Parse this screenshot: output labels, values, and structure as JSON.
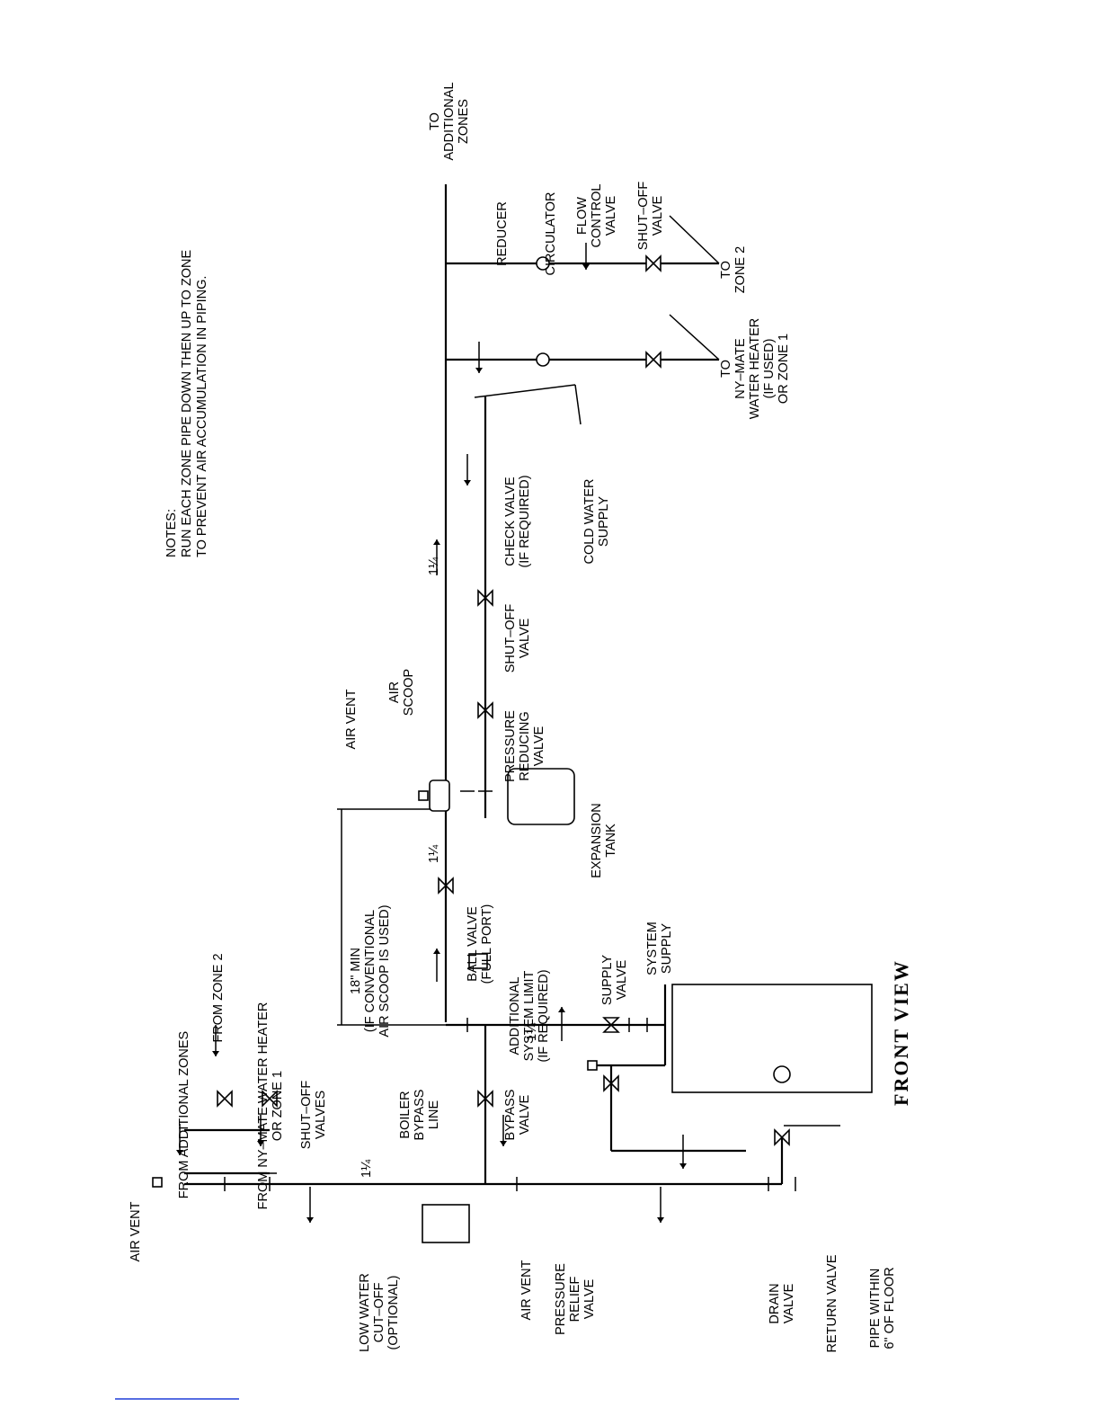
{
  "title": "FRONT VIEW",
  "notes": {
    "heading": "NOTES:",
    "line1": "RUN EACH ZONE PIPE DOWN THEN UP TO ZONE",
    "line2": "TO PREVENT AIR ACCUMULATION IN PIPING."
  },
  "labels": {
    "to_additional_zones": [
      "TO",
      "ADDITIONAL",
      "ZONES"
    ],
    "reducer": [
      "REDUCER"
    ],
    "circulator": [
      "CIRCULATOR"
    ],
    "flow_control_valve": [
      "FLOW",
      "CONTROL",
      "VALVE"
    ],
    "shutoff_valve_zone2": [
      "SHUT–OFF",
      "VALVE"
    ],
    "to_zone2": [
      "TO",
      "ZONE 2"
    ],
    "to_zone1": [
      "TO",
      "NY–MATE",
      "WATER HEATER",
      "(IF USED)",
      "OR ZONE 1"
    ],
    "check_valve": [
      "CHECK VALVE",
      "(IF REQUIRED)"
    ],
    "cold_water_supply": [
      "COLD WATER",
      "SUPPLY"
    ],
    "shutoff_valve_cold": [
      "SHUT–OFF",
      "VALVE"
    ],
    "pressure_reducing_valve": [
      "PRESSURE",
      "REDUCING",
      "VALVE"
    ],
    "air_vent_top": [
      "AIR VENT"
    ],
    "air_scoop": [
      "AIR",
      "SCOOP"
    ],
    "expansion_tank": [
      "EXPANSION",
      "TANK"
    ],
    "from_additional_zones": [
      "FROM ADDITIONAL ZONES"
    ],
    "from_zone2": [
      "FROM ZONE 2"
    ],
    "from_nymate": [
      "FROM NY–MATE WATER HEATER",
      "OR ZONE 1"
    ],
    "shutoff_valves_return": [
      "SHUT–OFF",
      "VALVES"
    ],
    "min_18": [
      "18\" MIN",
      "(IF CONVENTIONAL",
      "AIR SCOOP IS USED)"
    ],
    "ball_valve": [
      "BALL VALVE",
      "(FULL PORT)"
    ],
    "additional_limit": [
      "ADDITIONAL",
      "SYSTEM LIMIT",
      "(IF REQUIRED)"
    ],
    "supply_valve": [
      "SUPPLY",
      "VALVE"
    ],
    "system_supply": [
      "SYSTEM",
      "SUPPLY"
    ],
    "boiler_bypass_line": [
      "BOILER",
      "BYPASS",
      "LINE"
    ],
    "bypass_valve": [
      "BYPASS",
      "VALVE"
    ],
    "air_vent_left": [
      "AIR VENT"
    ],
    "low_water_cutoff": [
      "LOW WATER",
      "CUT–OFF",
      "(OPTIONAL)"
    ],
    "air_vent_mid": [
      "AIR VENT"
    ],
    "pressure_relief_valve": [
      "PRESSURE",
      "RELIEF",
      "VALVE"
    ],
    "drain_valve": [
      "DRAIN",
      "VALVE"
    ],
    "return_valve": [
      "RETURN VALVE"
    ],
    "pipe_within": [
      "PIPE WITHIN",
      "6\" OF FLOOR"
    ],
    "size_1_top": "1¼",
    "size_1_ball": "1¼",
    "size_1_return": "1¼",
    "size_1_supply": "1¼"
  },
  "colors": {
    "line": "#000000",
    "page_rule": "#1f3fd8"
  }
}
